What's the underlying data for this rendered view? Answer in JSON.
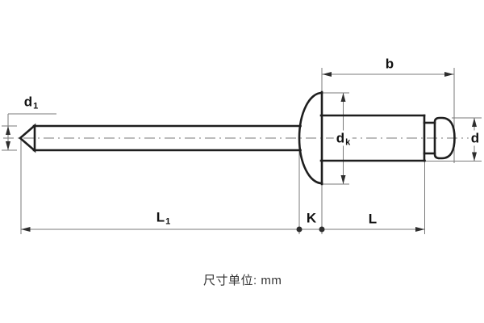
{
  "unit_note": "尺寸单位: mm",
  "dimension_labels": {
    "d1": {
      "main": "d",
      "sub": "1"
    },
    "b": "b",
    "dk": {
      "main": "d",
      "sub": "k"
    },
    "d": "d",
    "L1": {
      "main": "L",
      "sub": "1"
    },
    "K": "K",
    "L": "L"
  },
  "colors": {
    "outline": "#1e1e1e",
    "dim": "#7a7a7a",
    "arrow": "#2e2e2e",
    "label": "#111111",
    "background": "#ffffff"
  }
}
